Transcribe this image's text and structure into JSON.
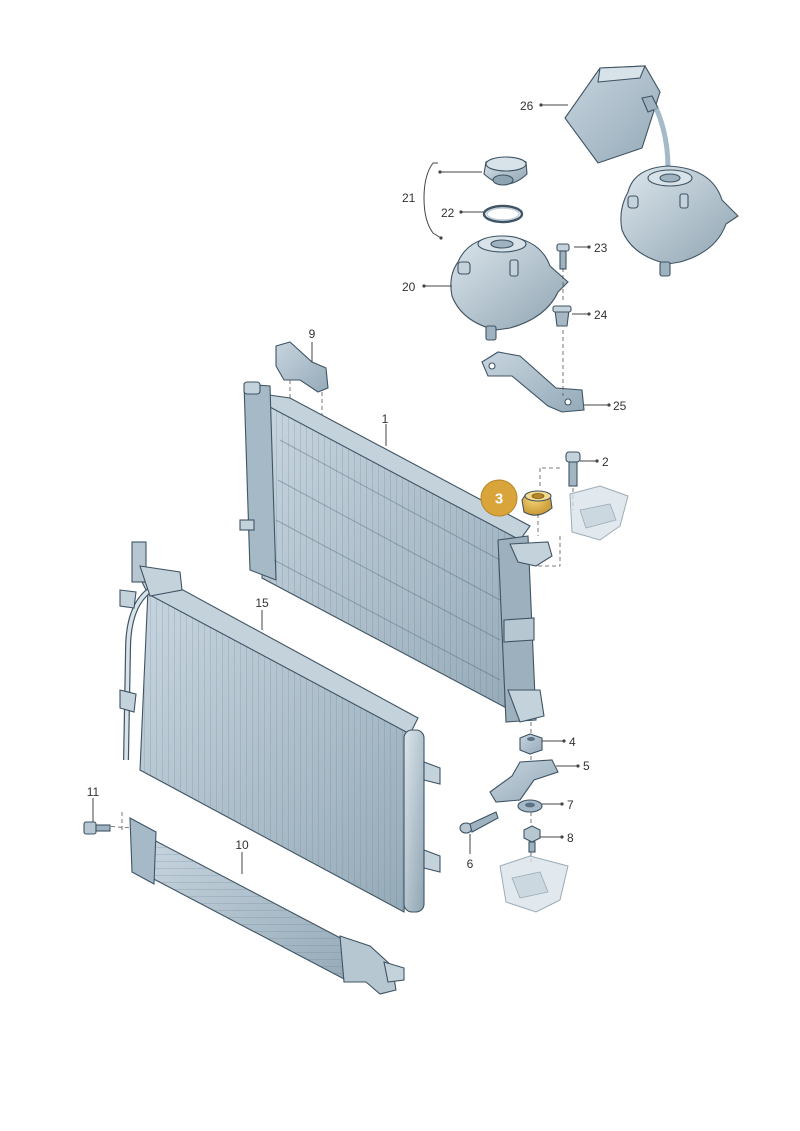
{
  "diagram": {
    "highlight": {
      "label": "3",
      "color": "#D9A43A"
    },
    "colors": {
      "part_fill": "#AFC0CC",
      "part_dark": "#7C909E",
      "part_light": "#D8E2E9",
      "outline": "#3F5464",
      "highlight_part": "#E2B84A"
    },
    "callouts": [
      {
        "id": "1",
        "label": "1"
      },
      {
        "id": "2",
        "label": "2"
      },
      {
        "id": "4",
        "label": "4"
      },
      {
        "id": "5",
        "label": "5"
      },
      {
        "id": "6",
        "label": "6"
      },
      {
        "id": "7",
        "label": "7"
      },
      {
        "id": "8",
        "label": "8"
      },
      {
        "id": "9",
        "label": "9"
      },
      {
        "id": "10",
        "label": "10"
      },
      {
        "id": "11",
        "label": "11"
      },
      {
        "id": "15",
        "label": "15"
      },
      {
        "id": "20",
        "label": "20"
      },
      {
        "id": "21",
        "label": "21"
      },
      {
        "id": "22",
        "label": "22"
      },
      {
        "id": "23",
        "label": "23"
      },
      {
        "id": "24",
        "label": "24"
      },
      {
        "id": "25",
        "label": "25"
      },
      {
        "id": "26",
        "label": "26"
      }
    ]
  }
}
